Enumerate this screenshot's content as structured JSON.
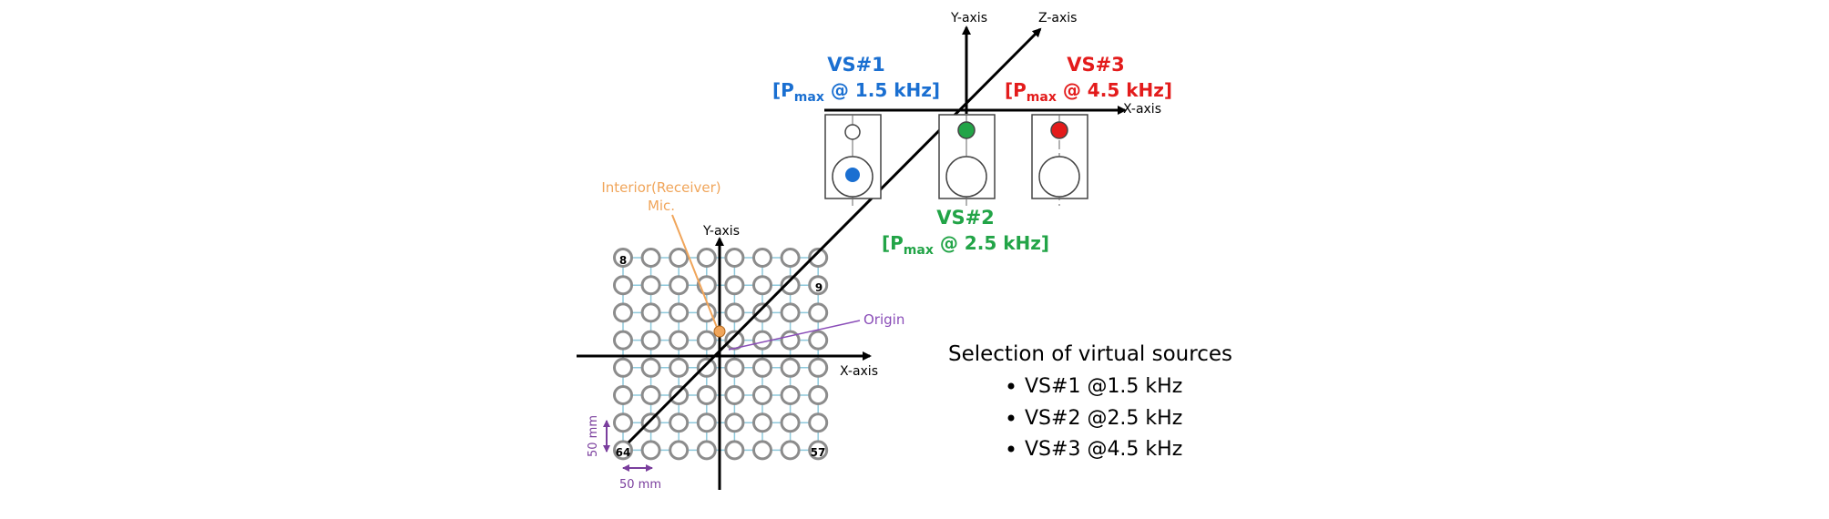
{
  "labels": {
    "vs1": {
      "name": "VS#1",
      "pre": "[P",
      "sub": "max",
      "post": " @ 1.5 kHz]"
    },
    "vs2": {
      "name": "VS#2",
      "pre": "[P",
      "sub": "max",
      "post": " @ 2.5 kHz]"
    },
    "vs3": {
      "name": "VS#3",
      "pre": "[P",
      "sub": "max",
      "post": " @ 4.5 kHz]"
    },
    "axes_top": {
      "y": "Y-axis",
      "z": "Z-axis",
      "x": "X-axis"
    },
    "axes_grid": {
      "y": "Y-axis",
      "x": "X-axis"
    },
    "interior_line1": "Interior(Receiver)",
    "interior_line2": "Mic.",
    "origin": "Origin",
    "mic_numbers": {
      "top_left": "8",
      "right": "9",
      "bottom_left": "64",
      "bottom_right": "57"
    },
    "dimension_vertical": "50 mm",
    "dimension_horizontal": "50 mm"
  },
  "selection": {
    "title": "Selection of virtual sources",
    "items": [
      "VS#1 @1.5 kHz",
      "VS#2 @2.5 kHz",
      "VS#3 @4.5 kHz"
    ]
  },
  "colors": {
    "vs1": "#1a6fd1",
    "vs2": "#22a447",
    "vs3": "#e31b1b",
    "interior": "#f0a55a",
    "origin": "#8a4db8",
    "dimension": "#7a3e9d",
    "grid_line": "#8ec9dc",
    "mic_ring": "#8c8c8c"
  }
}
